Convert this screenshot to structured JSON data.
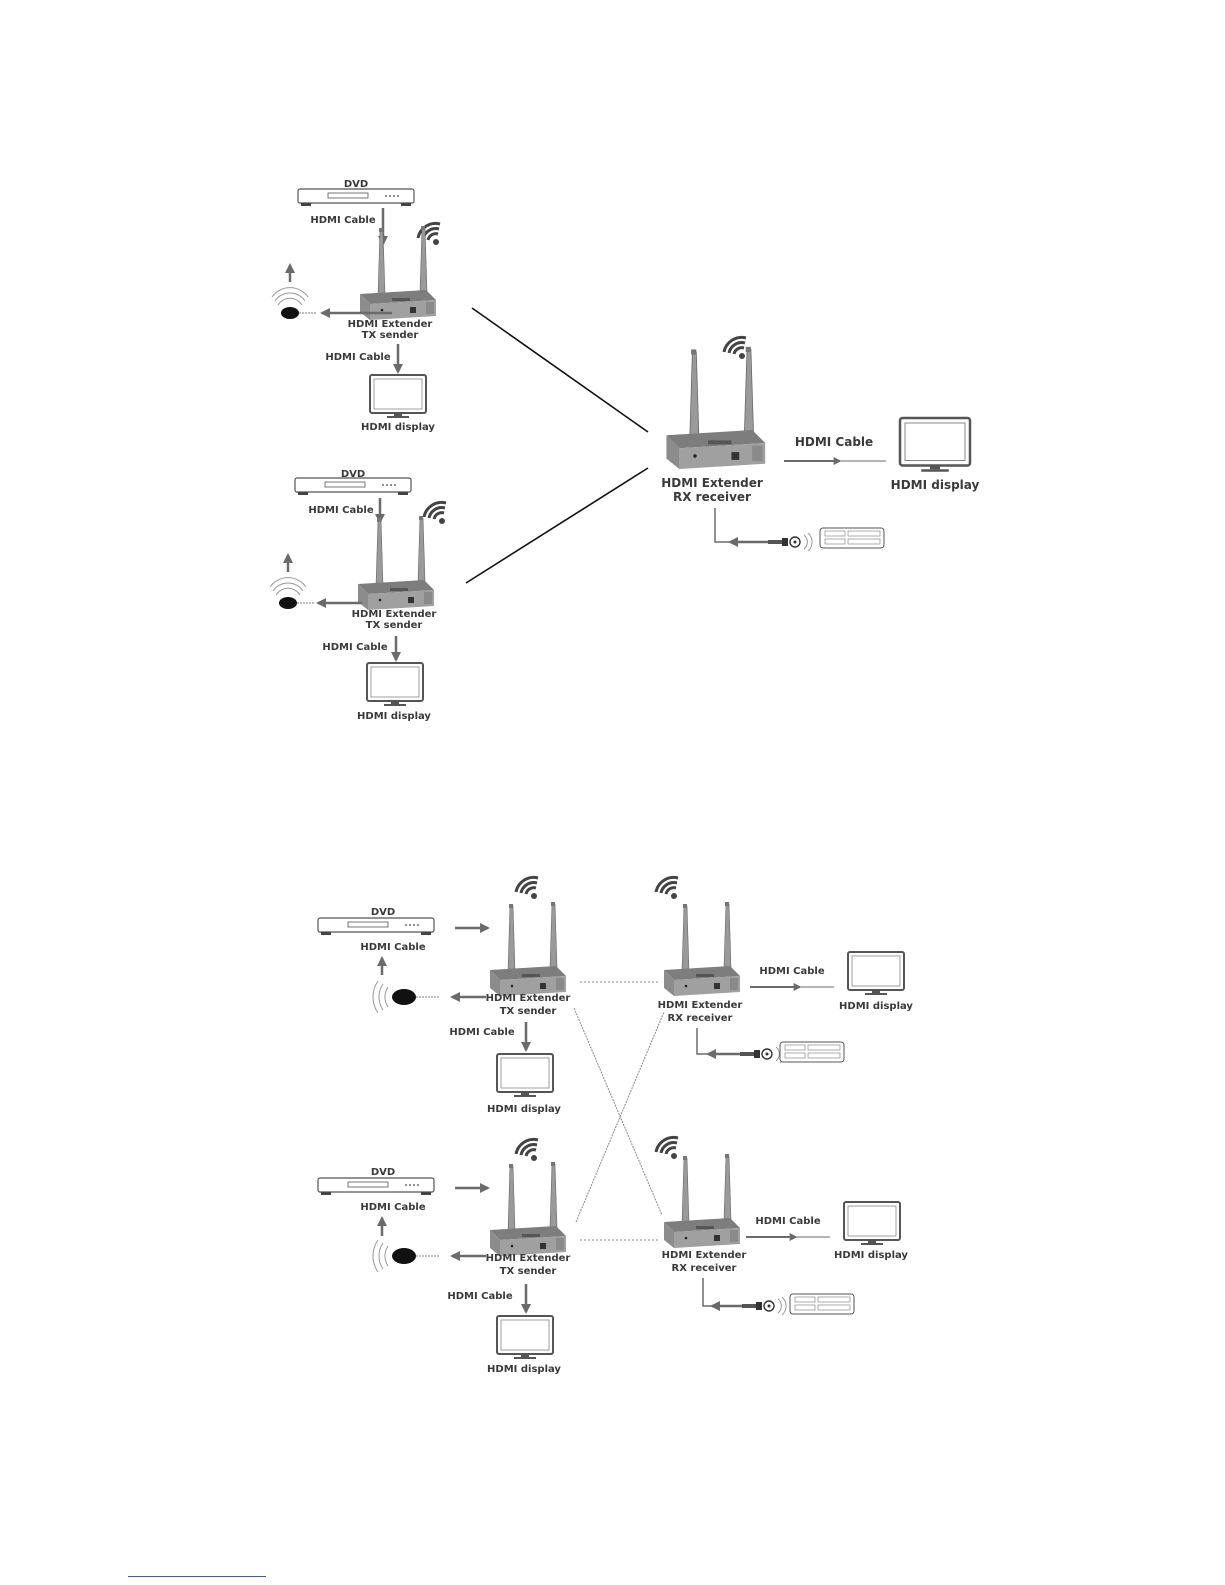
{
  "labels": {
    "dvd": "DVD",
    "hdmi_cable": "HDMI Cable",
    "hdmi_extender": "HDMI Extender",
    "tx_sender": "TX sender",
    "rx_receiver": "RX receiver",
    "hdmi_display": "HDMI display"
  },
  "colors": {
    "device": "#9a9a9a",
    "device_dark": "#6e6e6e",
    "line": "#111111",
    "dotted": "#888888",
    "arrow": "#6b6b6b"
  }
}
